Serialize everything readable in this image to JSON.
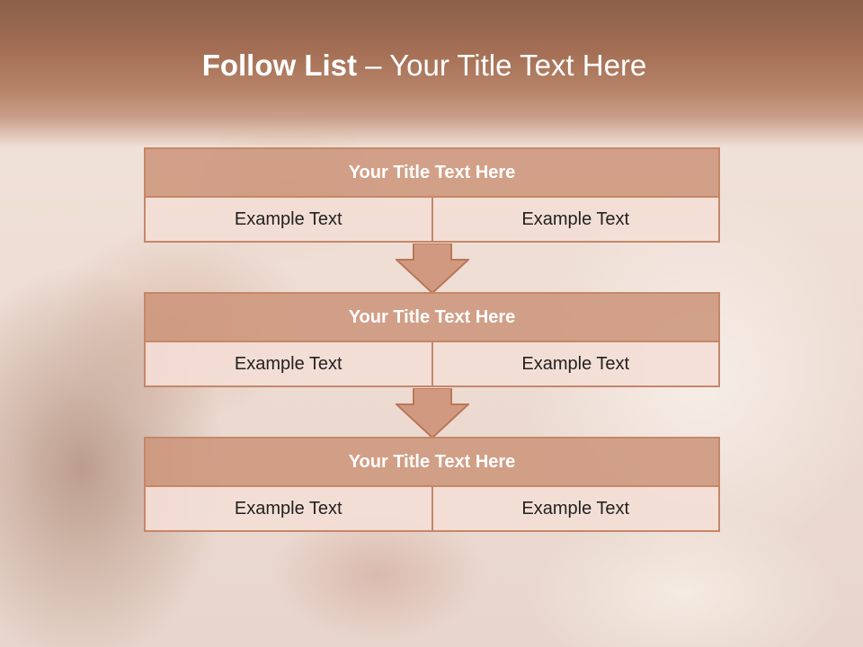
{
  "slide": {
    "title_bold": "Follow List",
    "title_rest": " – Your Title Text Here"
  },
  "blocks": [
    {
      "title": "Your Title Text Here",
      "left_text": "Example Text",
      "right_text": "Example Text"
    },
    {
      "title": "Your Title Text Here",
      "left_text": "Example Text",
      "right_text": "Example Text"
    },
    {
      "title": "Your Title Text Here",
      "left_text": "Example Text",
      "right_text": "Example Text"
    }
  ],
  "colors": {
    "header_band": "#a46f55",
    "block_title_fill": "#cd967c",
    "block_border": "#c58768",
    "cell_fill": "#f4ded6",
    "arrow_fill": "#d19a80"
  },
  "icons": [
    "down-arrow-icon",
    "down-arrow-icon"
  ]
}
